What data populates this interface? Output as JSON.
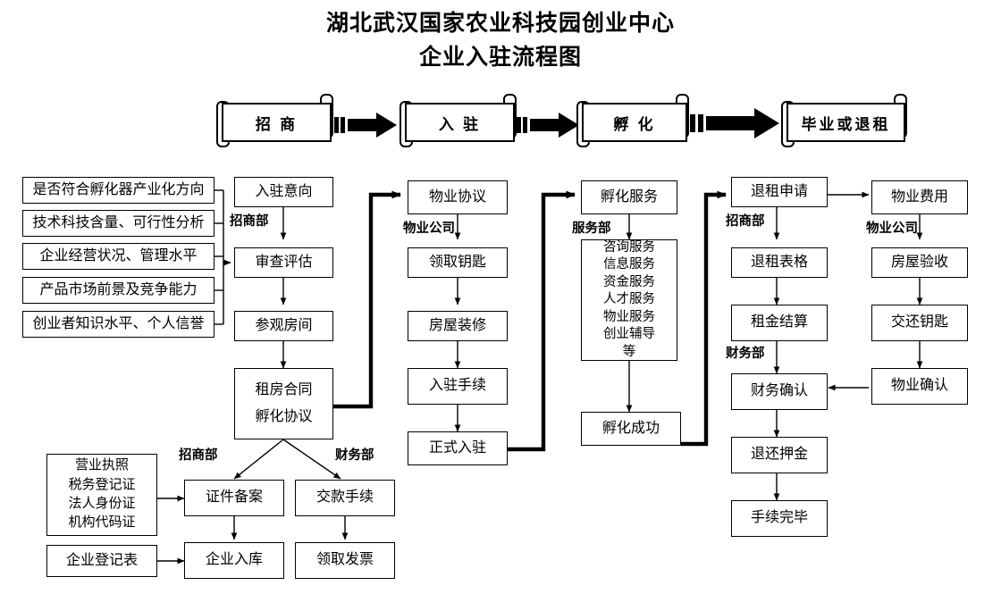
{
  "title": {
    "line1": "湖北武汉国家农业科技园创业中心",
    "line2": "企业入驻流程图"
  },
  "stages": [
    {
      "label": "招 商"
    },
    {
      "label": "入 驻"
    },
    {
      "label": "孵 化"
    },
    {
      "label": "毕业或退租"
    }
  ],
  "criteria": [
    {
      "label": "是否符合孵化器产业化方向"
    },
    {
      "label": "技术科技含量、可行性分析"
    },
    {
      "label": "企业经营状况、管理水平"
    },
    {
      "label": "产品市场前景及竞争能力"
    },
    {
      "label": "创业者知识水平、个人信誉"
    }
  ],
  "col_recruit": {
    "dept": "招商部",
    "nodes": [
      {
        "label": "入驻意向"
      },
      {
        "label": "审查评估"
      },
      {
        "label": "参观房间"
      },
      {
        "lines": [
          "租房合同",
          "孵化协议"
        ]
      }
    ]
  },
  "col_property": {
    "dept": "物业公司",
    "nodes": [
      {
        "label": "物业协议"
      },
      {
        "label": "领取钥匙"
      },
      {
        "label": "房屋装修"
      },
      {
        "label": "入驻手续"
      },
      {
        "label": "正式入驻"
      }
    ]
  },
  "col_incubate": {
    "dept": "服务部",
    "nodes": [
      {
        "label": "孵化服务"
      },
      {
        "lines": [
          "咨询服务",
          "信息服务",
          "资金服务",
          "人才服务",
          "物业服务",
          "创业辅导",
          "等"
        ]
      },
      {
        "label": "孵化成功"
      }
    ]
  },
  "col_exit": {
    "dept1": "招商部",
    "dept2": "财务部",
    "nodes": [
      {
        "label": "退租申请"
      },
      {
        "label": "退租表格"
      },
      {
        "label": "租金结算"
      },
      {
        "label": "财务确认"
      },
      {
        "label": "退还押金"
      },
      {
        "label": "手续完毕"
      }
    ]
  },
  "col_handover": {
    "dept": "物业公司",
    "nodes": [
      {
        "label": "物业费用"
      },
      {
        "label": "房屋验收"
      },
      {
        "label": "交还钥匙"
      },
      {
        "label": "物业确认"
      }
    ]
  },
  "bottom": {
    "dept_left": "招商部",
    "dept_right": "财务部",
    "documents": {
      "lines": [
        "营业执照",
        "税务登记证",
        "法人身份证",
        "机构代码证"
      ]
    },
    "registration_form": {
      "label": "企业登记表"
    },
    "left_branch": [
      {
        "label": "证件备案"
      },
      {
        "label": "企业入库"
      }
    ],
    "right_branch": [
      {
        "label": "交款手续"
      },
      {
        "label": "领取发票"
      }
    ]
  }
}
